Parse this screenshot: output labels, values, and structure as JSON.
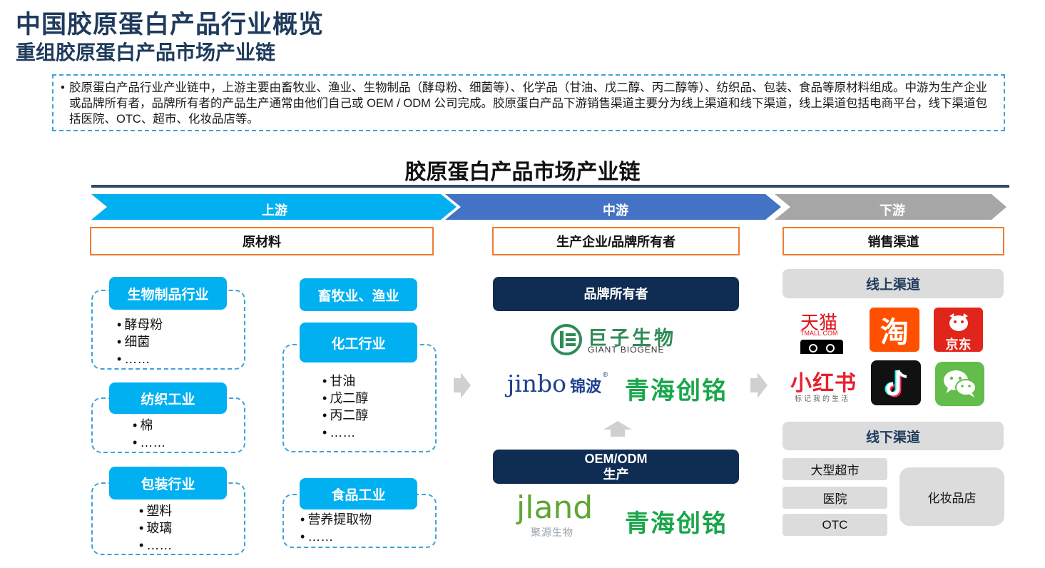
{
  "header": {
    "title": "中国胶原蛋白产品行业概览",
    "subtitle": "重组胶原蛋白产品市场产业链"
  },
  "summary": {
    "bullet": "•",
    "text": "胶原蛋白产品行业产业链中，上游主要由畜牧业、渔业、生物制品（酵母粉、细菌等）、化学品（甘油、戊二醇、丙二醇等）、纺织品、包装、食品等原材料组成。中游为生产企业或品牌所有者，品牌所有者的产品生产通常由他们自己或 OEM / ODM 公司完成。胶原蛋白产品下游销售渠道主要分为线上渠道和线下渠道，线上渠道包括电商平台，线下渠道包括医院、OTC、超市、化妆品店等。"
  },
  "chain": {
    "title": "胶原蛋白产品市场产业链",
    "stages": {
      "upstream": "上游",
      "midstream": "中游",
      "downstream": "下游"
    },
    "colors": {
      "upstream": "#00b0f0",
      "midstream": "#4472c4",
      "downstream": "#a6a6a6"
    }
  },
  "upstream": {
    "category": "原材料",
    "groups": {
      "bio": {
        "label": "生物制品行业",
        "items": [
          "酵母粉",
          "细菌",
          "……"
        ]
      },
      "textile": {
        "label": "纺织工业",
        "items": [
          "棉",
          "……"
        ]
      },
      "packaging": {
        "label": "包装行业",
        "items": [
          "塑料",
          "玻璃",
          "……"
        ]
      },
      "livestock": {
        "label": "畜牧业、渔业"
      },
      "chemical": {
        "label": "化工行业",
        "items": [
          "甘油",
          "戊二醇",
          "丙二醇",
          "……"
        ]
      },
      "food": {
        "label": "食品工业",
        "items": [
          "营养提取物",
          "……"
        ]
      }
    }
  },
  "midstream": {
    "category": "生产企业/品牌所有者",
    "brand_owner_label": "品牌所有者",
    "oem_label_line1": "OEM/ODM",
    "oem_label_line2": "生产",
    "logos": {
      "giant_cn": "巨子生物",
      "giant_en": "GIANT BIOGENE",
      "jinbo_en": "jinbo",
      "jinbo_cn": "锦波",
      "jinbo_reg": "®",
      "qinghai_1": "青海创铭",
      "jland_en": "jland",
      "jland_cn": "聚源生物",
      "qinghai_2": "青海创铭"
    }
  },
  "downstream": {
    "category": "销售渠道",
    "online_label": "线上渠道",
    "offline_label": "线下渠道",
    "apps": {
      "tmall_cn": "天猫",
      "tmall_en": "TMALL.COM",
      "taobao": "淘",
      "jd": "京东",
      "xhs": "小红书",
      "xhs_sub": "标记我的生活"
    },
    "offline": {
      "supermarket": "大型超市",
      "hospital": "医院",
      "otc": "OTC",
      "cosmetics": "化妆品店"
    }
  }
}
